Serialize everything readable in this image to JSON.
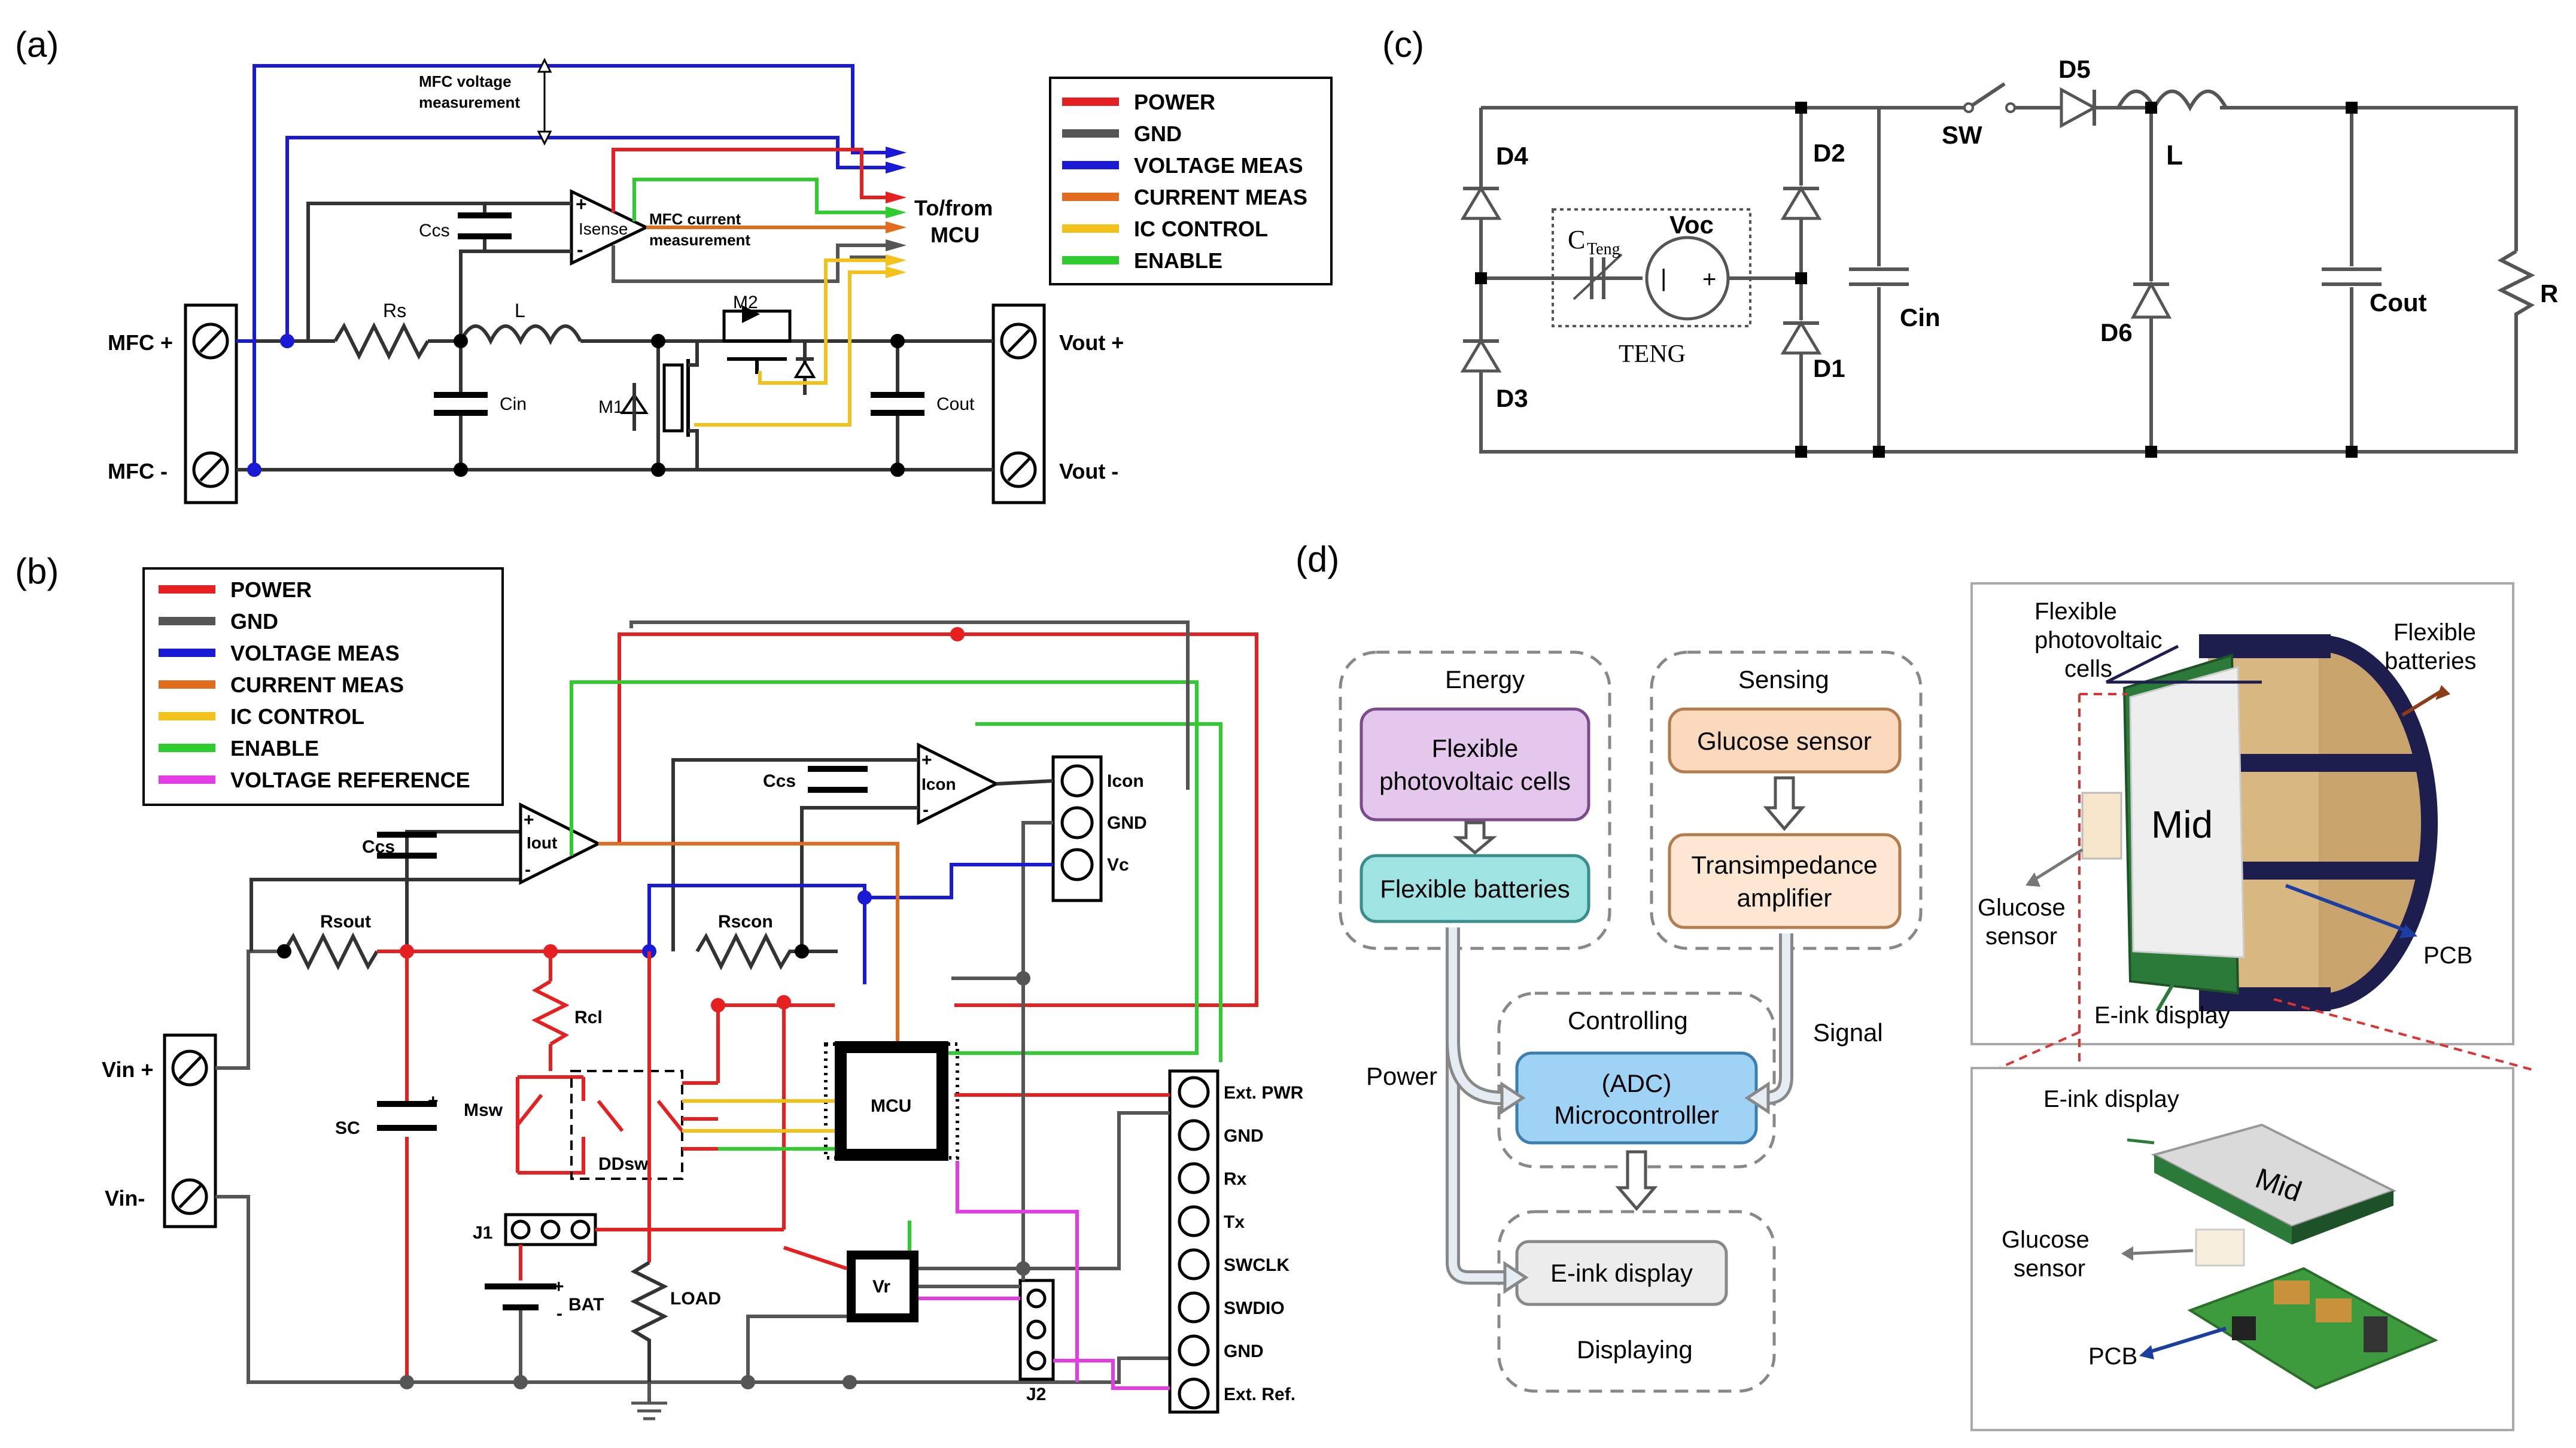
{
  "panels": {
    "a": "(a)",
    "b": "(b)",
    "c": "(c)",
    "d": "(d)"
  },
  "legend_a": [
    {
      "label": "POWER",
      "color": "#e62020"
    },
    {
      "label": "GND",
      "color": "#555555"
    },
    {
      "label": "VOLTAGE MEAS",
      "color": "#1a1ad6"
    },
    {
      "label": "CURRENT MEAS",
      "color": "#e26b1e"
    },
    {
      "label": "IC CONTROL",
      "color": "#f2c21b"
    },
    {
      "label": "ENABLE",
      "color": "#2ecc2e"
    }
  ],
  "legend_b": [
    {
      "label": "POWER",
      "color": "#e62020"
    },
    {
      "label": "GND",
      "color": "#555555"
    },
    {
      "label": "VOLTAGE MEAS",
      "color": "#1a1ad6"
    },
    {
      "label": "CURRENT MEAS",
      "color": "#e26b1e"
    },
    {
      "label": "IC CONTROL",
      "color": "#f2c21b"
    },
    {
      "label": "ENABLE",
      "color": "#2ecc2e"
    },
    {
      "label": "VOLTAGE REFERENCE",
      "color": "#e43be4"
    }
  ],
  "a": {
    "mfc_plus": "MFC +",
    "mfc_minus": "MFC -",
    "vout_plus": "Vout +",
    "vout_minus": "Vout -",
    "mfc_voltage_1": "MFC voltage",
    "mfc_voltage_2": "measurement",
    "mfc_current_1": "MFC current",
    "mfc_current_2": "measurement",
    "to_from": "To/from",
    "mcu": "MCU",
    "ccs": "Ccs",
    "isense": "Isense",
    "rs": "Rs",
    "l": "L",
    "cin": "Cin",
    "cout": "Cout",
    "m1": "M1",
    "m2": "M2",
    "plus": "+",
    "minus": "-"
  },
  "b": {
    "vin_plus": "Vin +",
    "vin_minus": "Vin-",
    "ccs1": "Ccs",
    "ccs2": "Ccs",
    "iout": "Iout",
    "icon": "Icon",
    "icon_pin": "Icon",
    "gnd_pin": "GND",
    "vc_pin": "Vc",
    "rsout": "Rsout",
    "rscon": "Rscon",
    "rcl": "Rcl",
    "msw": "Msw",
    "ddsw": "DDsw",
    "sc": "SC",
    "j1": "J1",
    "j2": "J2",
    "bat": "BAT",
    "load": "LOAD",
    "mcu": "MCU",
    "vr": "Vr",
    "plus": "+",
    "minus": "-",
    "connector": [
      "Ext. PWR",
      "GND",
      "Rx",
      "Tx",
      "SWCLK",
      "SWDIO",
      "GND",
      "Ext. Ref."
    ]
  },
  "c": {
    "d1": "D1",
    "d2": "D2",
    "d3": "D3",
    "d4": "D4",
    "d5": "D5",
    "d6": "D6",
    "sw": "SW",
    "l": "L",
    "cin": "Cin",
    "cout": "Cout",
    "r": "R",
    "cteng": "C",
    "cteng_sub": "Teng",
    "voc": "Voc",
    "teng": "TENG"
  },
  "d": {
    "energy": "Energy",
    "sensing": "Sensing",
    "controlling": "Controlling",
    "displaying": "Displaying",
    "pv_1": "Flexible",
    "pv_2": "photovoltaic cells",
    "batteries": "Flexible batteries",
    "glucose": "Glucose sensor",
    "tia_1": "Transimpedance",
    "tia_2": "amplifier",
    "mc_1": "(ADC)",
    "mc_2": "Microcontroller",
    "eink": "E-ink display",
    "power": "Power",
    "signal": "Signal",
    "img_pv_1": "Flexible",
    "img_pv_2": "photovoltaic",
    "img_pv_3": "cells",
    "img_bat_1": "Flexible",
    "img_bat_2": "batteries",
    "img_glucose_1": "Glucose",
    "img_glucose_2": "sensor",
    "img_pcb": "PCB",
    "img_eink": "E-ink display",
    "img_mid": "Mid",
    "img2_eink": "E-ink display",
    "img2_glucose_1": "Glucose",
    "img2_glucose_2": "sensor",
    "img2_pcb": "PCB",
    "img2_mid": "Mid"
  }
}
